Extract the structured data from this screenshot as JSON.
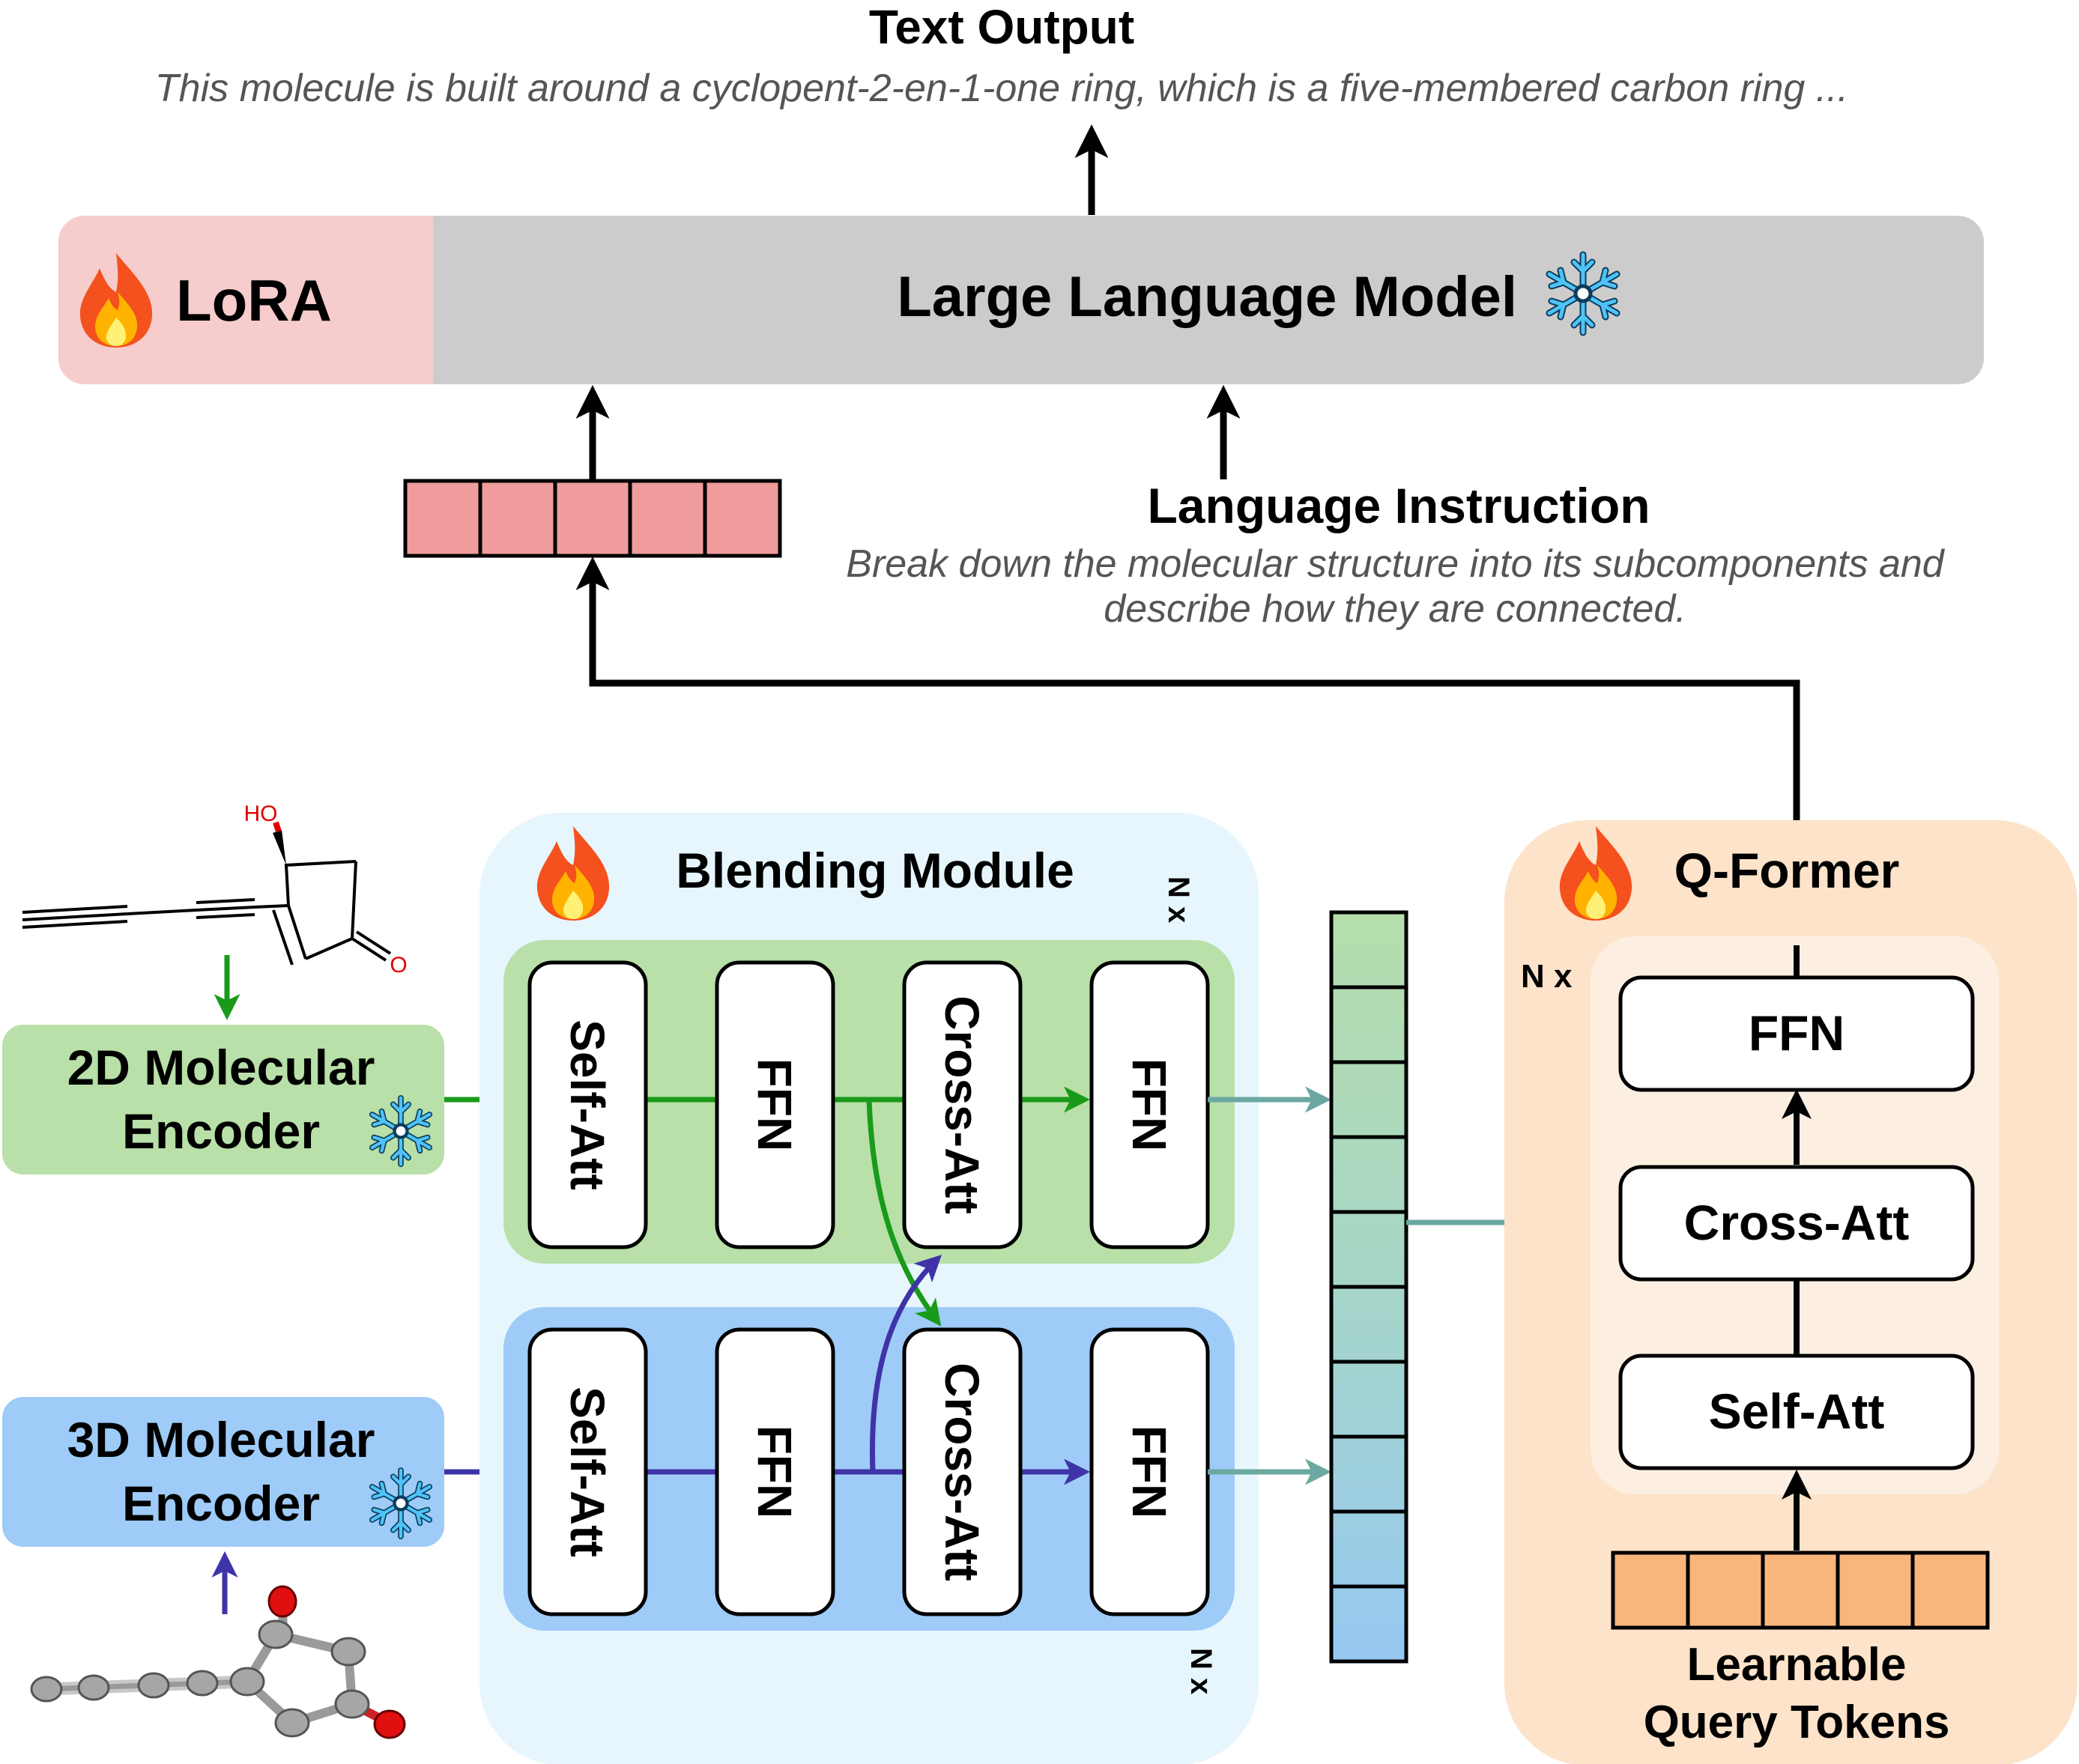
{
  "text_output": {
    "title": "Text Output",
    "text": "This molecule is built around a cyclopent-2-en-1-one ring, which is a five-membered carbon ring ..."
  },
  "llm": {
    "lora_label": "LoRA",
    "model_label": "Large Language Model"
  },
  "instruction": {
    "title": "Language Instruction",
    "line1": "Break down the molecular structure into its subcomponents and",
    "line2": "describe how they are connected."
  },
  "encoders": {
    "enc2d_line1": "2D Molecular",
    "enc2d_line2": "Encoder",
    "enc3d_line1": "3D Molecular",
    "enc3d_line2": "Encoder"
  },
  "molecule_2d": {
    "label_ho": "HO",
    "label_o": "O"
  },
  "blending": {
    "title": "Blending Module",
    "repeat": "N x",
    "blocks": [
      "Self-Att",
      "FFN",
      "Cross-Att",
      "FFN"
    ]
  },
  "qformer": {
    "title": "Q-Former",
    "repeat": "N x",
    "ffn": "FFN",
    "cross": "Cross-Att",
    "self": "Self-Att",
    "tokens_line1": "Learnable",
    "tokens_line2": "Query Tokens"
  },
  "colors": {
    "green": "#1a9a1a",
    "purple": "#3f33a8",
    "teal": "#6aa8a0",
    "lora_bg": "#f6cccc",
    "llm_bg": "#cccccc",
    "green_panel": "#b8e0a8",
    "blue_panel": "#9ecbf7",
    "blend_bg": "#e6f6fc",
    "qformer_bg": "#fde3c9",
    "token_pink": "#f19c9c",
    "token_orange": "#f9b57a"
  }
}
